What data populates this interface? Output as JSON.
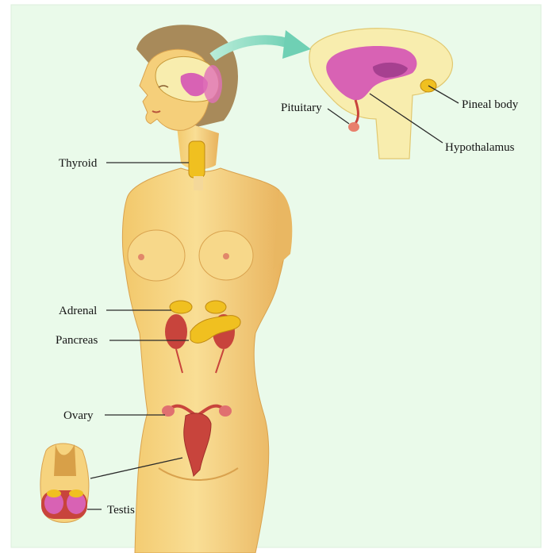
{
  "labels": {
    "thyroid": "Thyroid",
    "pituitary": "Pituitary",
    "pineal_body": "Pineal body",
    "hypothalamus": "Hypothalamus",
    "adrenal": "Adrenal",
    "pancreas": "Pancreas",
    "ovary": "Ovary",
    "testis": "Testis"
  },
  "colors": {
    "page_background": "#ffffff",
    "panel_background": "#eafaea",
    "panel_border": "#dcefdc",
    "skin": "#f6d37e",
    "skin_shadow": "#e6ad55",
    "hair": "#a88a5a",
    "brain_pink": "#d862b4",
    "brain_cream": "#f8edae",
    "organ_red": "#c8443c",
    "gland_yellow": "#f0c020",
    "arrow": "#8edcc4",
    "leader_line": "#2a2a2a"
  },
  "icons": [
    "endocrine-body-illustration",
    "brain-inset-illustration",
    "testis-inset-illustration",
    "pointer-arrow"
  ]
}
